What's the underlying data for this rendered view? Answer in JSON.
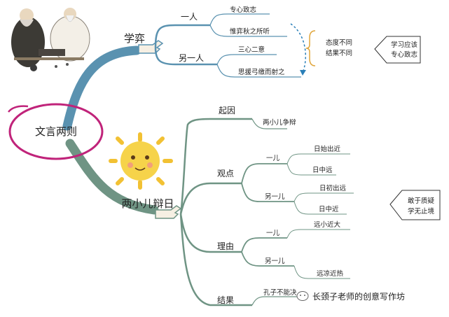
{
  "center": {
    "label": "文言两则"
  },
  "story1": {
    "title": "学弈",
    "branches": [
      {
        "label": "一人",
        "children": [
          "专心致志",
          "惟弈秋之所听"
        ]
      },
      {
        "label": "另一人",
        "children": [
          "三心二意",
          "思援弓缴而射之"
        ]
      }
    ],
    "comparison": "态度不同\n结果不同",
    "lesson": "学习应该\n专心致志"
  },
  "story2": {
    "title": "两小儿辩日",
    "cause": {
      "label": "起因",
      "child": "两小儿争辩"
    },
    "viewpoint": {
      "label": "观点",
      "kids": [
        {
          "label": "一儿",
          "children": [
            "日始出近",
            "日中远"
          ]
        },
        {
          "label": "另一儿",
          "children": [
            "日初出远",
            "日中近"
          ]
        }
      ]
    },
    "reason": {
      "label": "理由",
      "kids": [
        {
          "label": "一儿",
          "child": "远小近大"
        },
        {
          "label": "另一儿",
          "child": "远凉近热"
        }
      ]
    },
    "result": {
      "label": "结果",
      "child": "孔子不能决"
    },
    "lesson": "敢于质疑\n学无止境"
  },
  "watermark": "长颈子老师的创意写作坊",
  "colors": {
    "blue": "#5a92b0",
    "green": "#6f9484",
    "magenta": "#c0237a",
    "dashed": "#2a7fb8",
    "bracket": "#e0a63c"
  },
  "icons": [
    "pointing-hand-icon",
    "sun-icon",
    "ancient-figures-illustration",
    "wechat-icon"
  ]
}
